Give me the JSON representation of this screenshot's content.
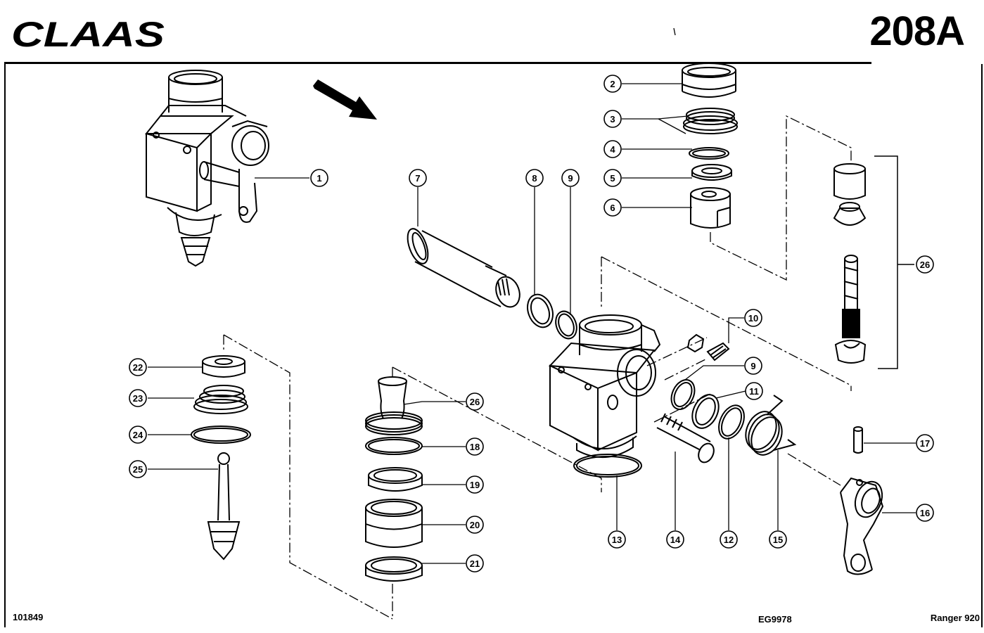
{
  "header": {
    "brand": "CLAAS",
    "page_number": "208A"
  },
  "footer": {
    "illustration_number": "101849",
    "drawing_code": "EG9978",
    "model": "Ranger 920"
  },
  "callouts": [
    "1",
    "2",
    "3",
    "4",
    "5",
    "6",
    "7",
    "8",
    "9",
    "9",
    "10",
    "11",
    "12",
    "13",
    "14",
    "15",
    "16",
    "17",
    "18",
    "19",
    "20",
    "21",
    "22",
    "23",
    "24",
    "25",
    "26",
    "26"
  ]
}
